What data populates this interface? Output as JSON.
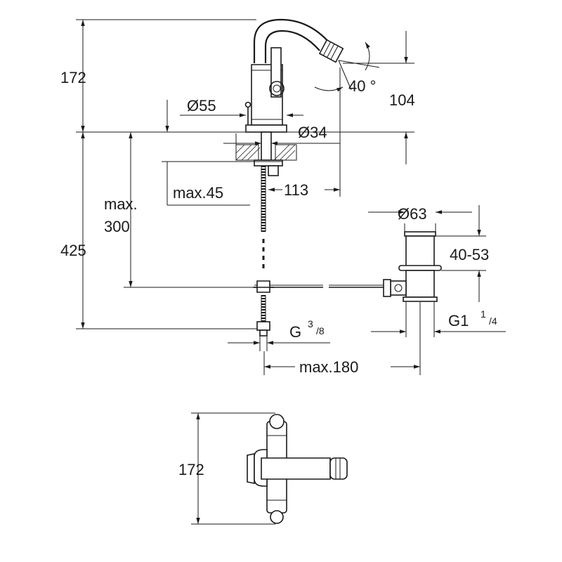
{
  "dimensions": {
    "height_spout": "172",
    "angle": "40",
    "angle_unit": "°",
    "reach": "104",
    "dia_rosette": "Ø55",
    "dia_hole": "Ø34",
    "max_thickness": "max.45",
    "offset": "113",
    "max_300_a": "max.",
    "max_300_b": "300",
    "total_height": "425",
    "dia_waste": "Ø63",
    "waste_range": "40-53",
    "connection_g38": "G",
    "g38_num": "3",
    "g38_den": "/8",
    "connection_g114": "G1",
    "g114_num": "1",
    "g114_den": "/4",
    "max_180": "max.180",
    "height_top": "172"
  }
}
